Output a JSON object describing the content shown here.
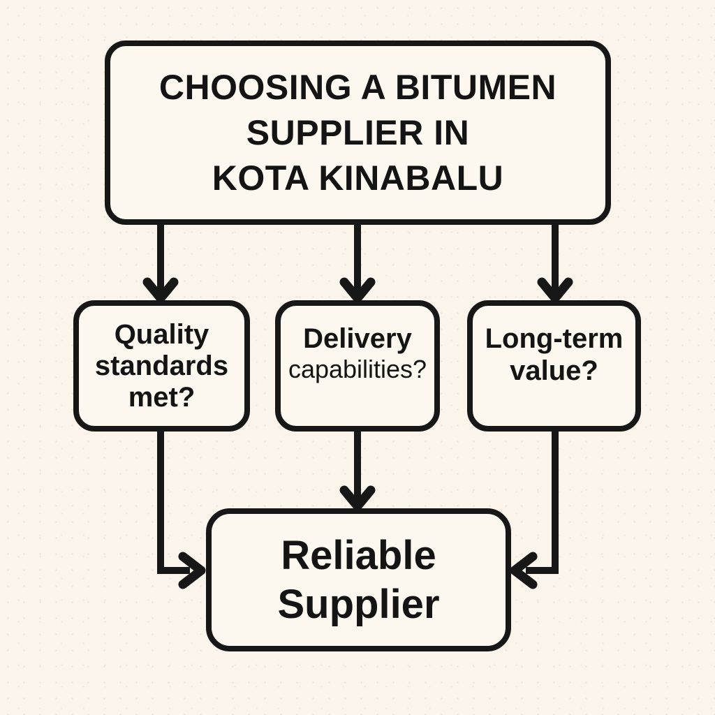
{
  "colors": {
    "background": "#FAF4EB",
    "node_fill": "#FCF8F0",
    "stroke": "#171717",
    "text": "#141414"
  },
  "diagram": {
    "type": "flowchart",
    "nodes": {
      "title": {
        "label": "CHOOSING A BITUMEN\nSUPPLIER IN\nKOTA KINABALU"
      },
      "quality": {
        "label": "Quality\nstandards\nmet?"
      },
      "delivery": {
        "line1": "Delivery",
        "line2": "capabilities?"
      },
      "value": {
        "label": "Long-term\nvalue?"
      },
      "supplier": {
        "label": "Reliable\nSupplier"
      }
    },
    "edges": [
      {
        "from": "title",
        "to": "quality"
      },
      {
        "from": "title",
        "to": "delivery"
      },
      {
        "from": "title",
        "to": "value"
      },
      {
        "from": "quality",
        "to": "supplier"
      },
      {
        "from": "delivery",
        "to": "supplier"
      },
      {
        "from": "value",
        "to": "supplier"
      }
    ]
  }
}
